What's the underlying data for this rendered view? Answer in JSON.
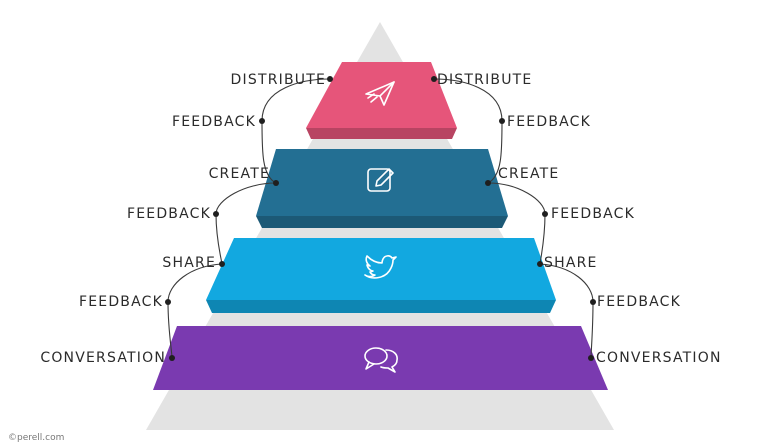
{
  "colors": {
    "pyramid": "#e3e3e3",
    "tier_1": "#e6557a",
    "tier_2": "#236f93",
    "tier_3": "#12a8e0",
    "tier_4": "#7a3ab0",
    "text": "#2b2b2b"
  },
  "tiers": [
    {
      "icon": "paper-plane-icon"
    },
    {
      "icon": "pencil-edit-icon"
    },
    {
      "icon": "twitter-bird-icon"
    },
    {
      "icon": "chat-bubbles-icon"
    }
  ],
  "labels": {
    "left": [
      "DISTRIBUTE",
      "FEEDBACK",
      "CREATE",
      "FEEDBACK",
      "SHARE",
      "FEEDBACK",
      "CONVERSATION"
    ],
    "right": [
      "DISTRIBUTE",
      "FEEDBACK",
      "CREATE",
      "FEEDBACK",
      "SHARE",
      "FEEDBACK",
      "CONVERSATION"
    ]
  },
  "credit": "©perell.com"
}
